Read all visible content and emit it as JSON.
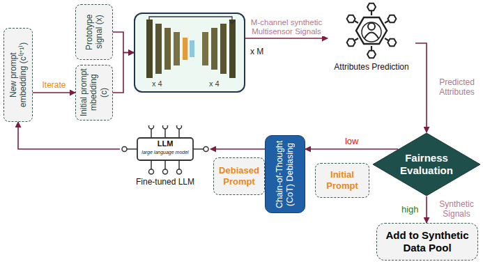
{
  "diagram": {
    "nodes": [
      {
        "text": [
          "Prototype signal (x)"
        ]
      },
      {
        "text": [
          "New prompt embedding (c⁽ᵗ⁺¹⁾)"
        ]
      },
      {
        "text": [
          "Initial prompt mbedding (c)"
        ]
      },
      {
        "text": [
          "x 4",
          "x 4"
        ]
      },
      {
        "text": [
          "Attributes Prediction"
        ]
      },
      {
        "text": [
          "LLM",
          "large language model",
          "Fine-tuned LLM"
        ]
      },
      {
        "text": [
          "Debiased Prompt"
        ]
      },
      {
        "text": [
          "Chain-of-Thought (CoT) Debiasing"
        ]
      },
      {
        "text": [
          "Initial Prompt"
        ]
      },
      {
        "text": [
          "Fairness Evaluation"
        ]
      },
      {
        "text": [
          "Add to Synthetic Data Pool"
        ]
      }
    ],
    "edges": [
      {
        "from": 0,
        "to": 3,
        "arrow": "to"
      },
      {
        "from": 2,
        "to": 3,
        "arrow": "to"
      },
      {
        "from": 3,
        "to": 4,
        "label": "M-channel synthetic Multisensor Signals",
        "arrow": "to"
      },
      {
        "from": 4,
        "to": 9,
        "label": "Predicted Attributes",
        "arrow": "to"
      },
      {
        "from": 9,
        "to": 7,
        "label": "low",
        "arrow": "to"
      },
      {
        "from": 9,
        "to": 10,
        "label": "Synthetic Signals",
        "arrow": "to"
      },
      {
        "from": 7,
        "to": 5,
        "arrow": "to"
      },
      {
        "from": 5,
        "to": 1,
        "arrow": "to"
      },
      {
        "from": 1,
        "to": 2,
        "label": "Iterate",
        "arrow": "to"
      }
    ],
    "labels": [
      "x M",
      "high"
    ]
  }
}
